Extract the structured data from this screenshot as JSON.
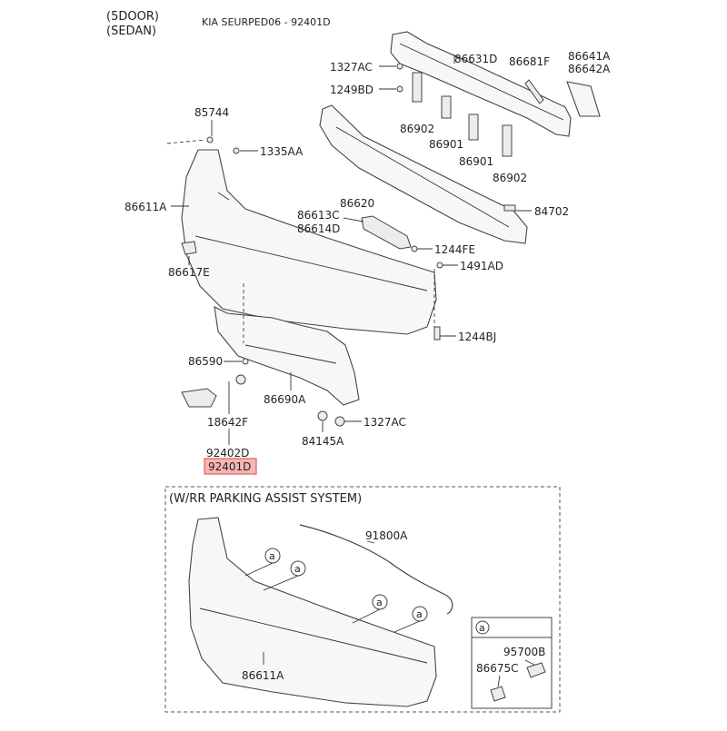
{
  "header": {
    "body_line1": "(5DOOR)",
    "body_line2": "(SEDAN)",
    "title": "KIA SEURPED06 - 92401D"
  },
  "labels": {
    "p1327AC_top": "1327AC",
    "p1249BD": "1249BD",
    "p86631D": "86631D",
    "p86681F": "86681F",
    "p86641A": "86641A",
    "p86642A": "86642A",
    "p86902_a": "86902",
    "p86901_a": "86901",
    "p86901_b": "86901",
    "p86902_b": "86902",
    "p85744": "85744",
    "p1335AA": "1335AA",
    "p86611A_top": "86611A",
    "p86620": "86620",
    "p84702": "84702",
    "p86613C": "86613C",
    "p86614D": "86614D",
    "p1244FE": "1244FE",
    "p1491AD": "1491AD",
    "p86617E": "86617E",
    "p1244BJ": "1244BJ",
    "p86590": "86590",
    "p86690A": "86690A",
    "p18642F": "18642F",
    "p1327AC_bottom": "1327AC",
    "p84145A": "84145A",
    "p92402D": "92402D",
    "p92401D": "92401D",
    "p91800A": "91800A",
    "p86611A_bottom": "86611A",
    "p95700B": "95700B",
    "p86675C": "86675C"
  },
  "parking_section": {
    "title": "(W/RR PARKING ASSIST SYSTEM)",
    "callout_symbol": "a"
  },
  "highlight_color": "#e06060",
  "highlight_fill": "#f7b6b6"
}
